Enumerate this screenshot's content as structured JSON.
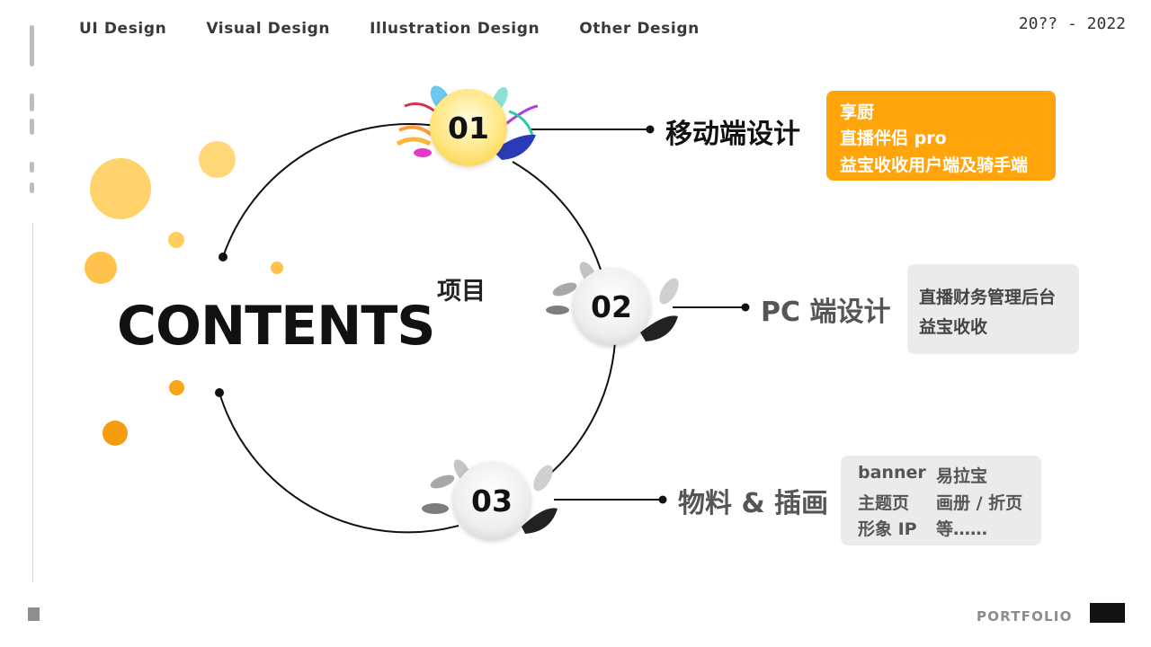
{
  "nav": {
    "items": [
      "UI Design",
      "Visual Design",
      "Illustration Design",
      "Other Design"
    ]
  },
  "years": "20?? - 2022",
  "title": {
    "main": "CONTENTS",
    "sub": "项目"
  },
  "sections": [
    {
      "number": "01",
      "title": "移动端设计",
      "items": [
        "享厨",
        "直播伴侣 pro",
        "益宝收收用户端及骑手端"
      ]
    },
    {
      "number": "02",
      "title": "PC 端设计",
      "items": [
        "直播财务管理后台",
        "益宝收收"
      ]
    },
    {
      "number": "03",
      "title": "物料 & 插画",
      "items": [
        "banner",
        "易拉宝",
        "主题页",
        "画册 / 折页",
        "形象 IP",
        "等……"
      ]
    }
  ],
  "footer": {
    "label": "PORTFOLIO"
  },
  "colors": {
    "accent": "#ffa40a",
    "bubble_light": "#ffd46b",
    "bubble_dark": "#f7a51b",
    "box_gray": "#ebebeb"
  }
}
